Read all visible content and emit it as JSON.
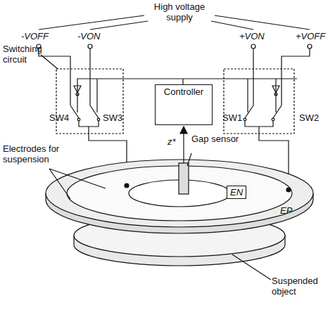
{
  "diagram": {
    "nodes": [
      {
        "text": [
          "Controller"
        ]
      },
      {
        "text": [
          "EN"
        ]
      }
    ],
    "labels": [
      "High voltage supply",
      "-VOFF",
      "-VON",
      "+VON",
      "+VOFF",
      "Switching circuit",
      "SW4",
      "SW3",
      "SW1",
      "SW2",
      "z*",
      "Gap sensor",
      "Electrodes for suspension",
      "EP",
      "Suspended object"
    ]
  }
}
